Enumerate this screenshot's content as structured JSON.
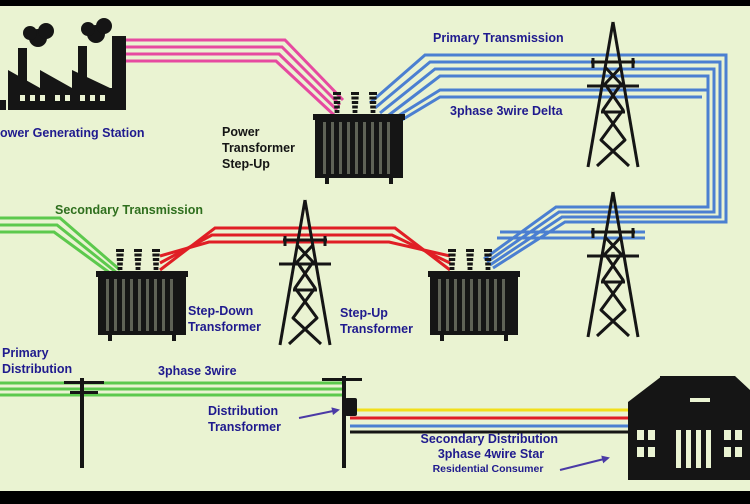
{
  "labels": {
    "generating_station": "ower Generating Station",
    "power_transformer": [
      "Power",
      "Transformer",
      "Step-Up"
    ],
    "primary_transmission": "Primary Transmission",
    "delta": "3phase 3wire Delta",
    "secondary_transmission": "Secondary Transmission",
    "step_down": [
      "Step-Down",
      "Transformer"
    ],
    "step_up": [
      "Step-Up",
      "Transformer"
    ],
    "primary_distribution": [
      "Primary",
      "Distribution"
    ],
    "three_wire": "3phase 3wire",
    "distribution_transformer": [
      "Distribution",
      "Transformer"
    ],
    "secondary_distribution": [
      "Secondary Distribution",
      "3phase 4wire Star"
    ],
    "residential": "Residential Consumer"
  },
  "colors": {
    "background": "#eaf3d2",
    "frame": "#000000",
    "label_blue": "#1f1a8e",
    "label_green": "#2f6f1e",
    "label_dark": "#151515",
    "line_pink": "#e64aa0",
    "line_blue": "#4b7fd1",
    "line_red": "#e01e25",
    "line_green": "#5cc94d",
    "line_yellow": "#f2df1a",
    "arrow_purple": "#4b3aa6"
  },
  "icons": [
    "factory-icon",
    "transformer-icon",
    "transmission-tower-icon",
    "utility-pole-icon",
    "house-icon",
    "arrow-icon"
  ]
}
